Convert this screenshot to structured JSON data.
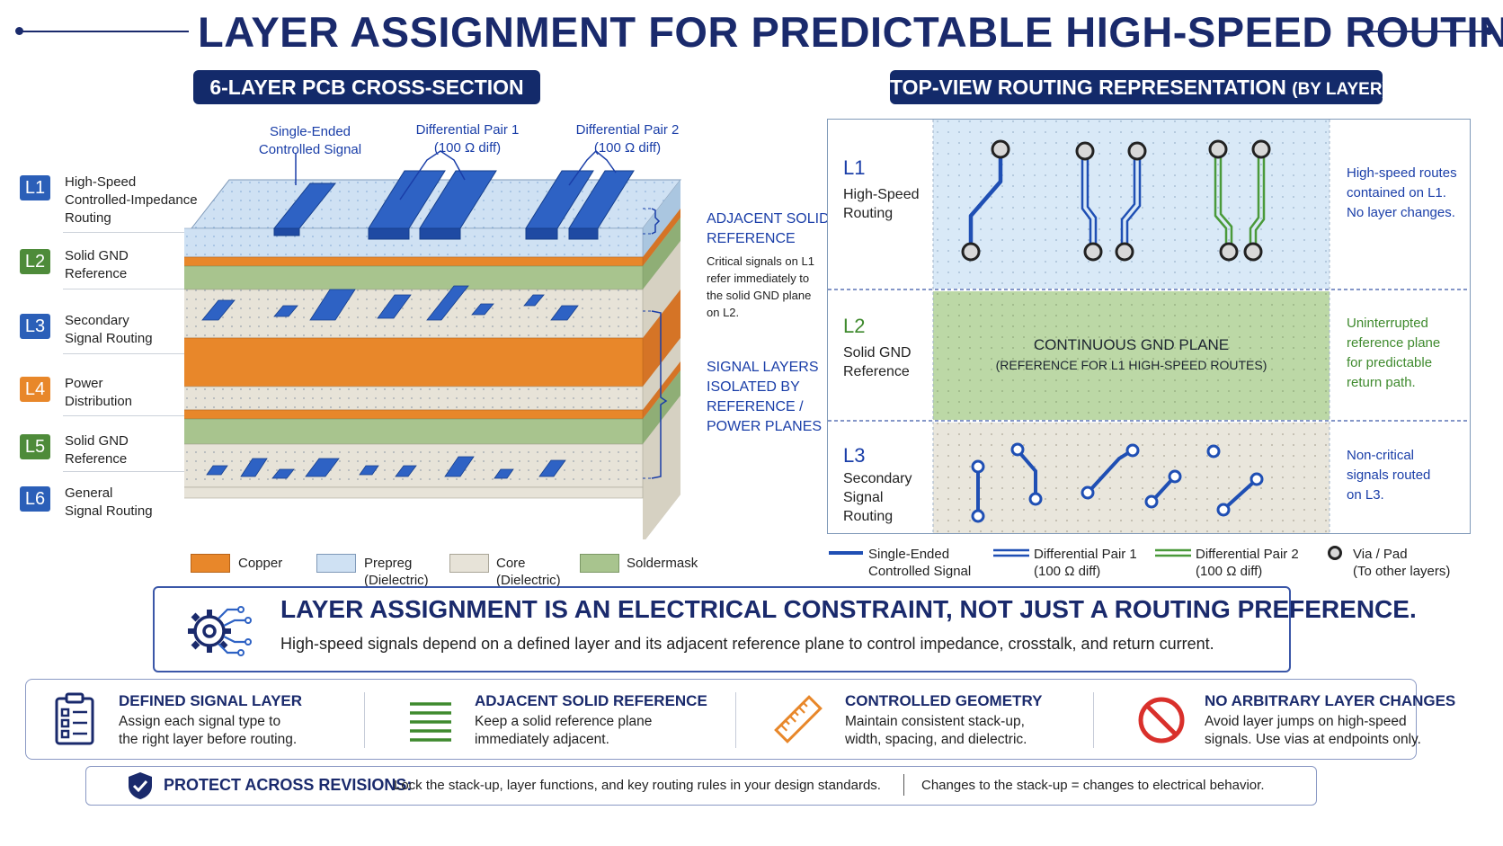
{
  "title": "LAYER ASSIGNMENT FOR PREDICTABLE HIGH-SPEED ROUTING",
  "cross_section": {
    "heading": "6-LAYER PCB CROSS-SECTION",
    "top_callouts": {
      "single_ended": [
        "Single-Ended",
        "Controlled Signal"
      ],
      "diff_pair_1": [
        "Differential Pair 1",
        "(100 Ω diff)"
      ],
      "diff_pair_2": [
        "Differential Pair 2",
        "(100 Ω diff)"
      ]
    },
    "layers": [
      {
        "code": "L1",
        "color": "#2b5fb8",
        "lines": [
          "High-Speed",
          "Controlled-Impedance",
          "Routing"
        ]
      },
      {
        "code": "L2",
        "color": "#4e8b3a",
        "lines": [
          "Solid GND",
          "Reference"
        ]
      },
      {
        "code": "L3",
        "color": "#2b5fb8",
        "lines": [
          "Secondary",
          "Signal Routing"
        ]
      },
      {
        "code": "L4",
        "color": "#e8872a",
        "lines": [
          "Power",
          "Distribution"
        ]
      },
      {
        "code": "L5",
        "color": "#4e8b3a",
        "lines": [
          "Solid GND",
          "Reference"
        ]
      },
      {
        "code": "L6",
        "color": "#2b5fb8",
        "lines": [
          "General",
          "Signal Routing"
        ]
      }
    ],
    "side_callouts": {
      "adjacent_head": [
        "ADJACENT SOLID",
        "REFERENCE"
      ],
      "adjacent_note": [
        "Critical signals on L1",
        "refer immediately to",
        "the solid GND plane",
        "on L2."
      ],
      "isolated_head": [
        "SIGNAL LAYERS",
        "ISOLATED BY",
        "REFERENCE /",
        "POWER PLANES"
      ]
    },
    "legend": [
      {
        "name": "copper",
        "lines": [
          "Copper"
        ],
        "color": "#e8872a"
      },
      {
        "name": "prepreg",
        "lines": [
          "Prepreg",
          "(Dielectric)"
        ],
        "color": "#cfe1f3"
      },
      {
        "name": "core",
        "lines": [
          "Core",
          "(Dielectric)"
        ],
        "color": "#e7e3d8"
      },
      {
        "name": "soldermask",
        "lines": [
          "Soldermask"
        ],
        "color": "#a8c48e"
      }
    ],
    "colors": {
      "copper": "#e8872a",
      "prepreg": "#cfe1f3",
      "core": "#e7e3d8",
      "soldermask": "#a8c48e",
      "trace": "#2e62c4"
    }
  },
  "top_view": {
    "heading_main": "TOP-VIEW ROUTING REPRESENTATION",
    "heading_suffix": "(BY LAYER)",
    "rows": [
      {
        "code": "L1",
        "code_color": "#1a3ea8",
        "name": [
          "High-Speed",
          "Routing"
        ],
        "note": [
          "High-speed routes",
          "contained on L1.",
          "No layer changes."
        ],
        "note_color": "#1a3ea8"
      },
      {
        "code": "L2",
        "code_color": "#3f8a2e",
        "name": [
          "Solid GND",
          "Reference"
        ],
        "note": [
          "Uninterrupted",
          "reference plane",
          "for predictable",
          "return path."
        ],
        "note_color": "#3f8a2e"
      },
      {
        "code": "L3",
        "code_color": "#1a3ea8",
        "name": [
          "Secondary",
          "Signal",
          "Routing"
        ],
        "note": [
          "Non-critical",
          "signals routed",
          "on L3."
        ],
        "note_color": "#1a3ea8"
      }
    ],
    "gnd_plane_title": "CONTINUOUS GND PLANE",
    "gnd_plane_sub": "(REFERENCE FOR L1 HIGH-SPEED ROUTES)",
    "legend": [
      {
        "name": "single-ended",
        "lines": [
          "Single-Ended",
          "Controlled Signal"
        ]
      },
      {
        "name": "diff-pair-1",
        "lines": [
          "Differential Pair 1",
          "(100 Ω diff)"
        ]
      },
      {
        "name": "diff-pair-2",
        "lines": [
          "Differential Pair 2",
          "(100 Ω diff)"
        ]
      },
      {
        "name": "via-pad",
        "lines": [
          "Via / Pad",
          "(To other layers)"
        ]
      }
    ],
    "colors": {
      "blue_route": "#1f4fb4",
      "green_route": "#4a9a3a",
      "l1_bg": "#d9e9f7",
      "l2_bg": "#bcd8a6",
      "l3_bg": "#e9e6dc"
    }
  },
  "banner": {
    "headline": "LAYER ASSIGNMENT IS AN ELECTRICAL CONSTRAINT, NOT JUST A ROUTING PREFERENCE.",
    "subtext": "High-speed signals depend on a defined layer and its adjacent reference plane to control impedance, crosstalk, and return current."
  },
  "cards": [
    {
      "icon": "clipboard-checklist-icon",
      "title": "DEFINED SIGNAL LAYER",
      "lines": [
        "Assign each signal type to",
        "the right layer before routing."
      ]
    },
    {
      "icon": "stacked-planes-icon",
      "title": "ADJACENT SOLID REFERENCE",
      "lines": [
        "Keep a solid reference plane",
        "immediately adjacent."
      ]
    },
    {
      "icon": "ruler-icon",
      "title": "CONTROLLED GEOMETRY",
      "lines": [
        "Maintain consistent stack-up,",
        "width, spacing, and dielectric."
      ]
    },
    {
      "icon": "prohibited-icon",
      "title": "NO ARBITRARY LAYER CHANGES",
      "lines": [
        "Avoid layer jumps on high-speed",
        "signals. Use vias at endpoints only."
      ]
    }
  ],
  "footer": {
    "strong": "PROTECT ACROSS REVISIONS:",
    "text": "Lock the stack-up, layer functions, and key routing rules in your design standards.",
    "text2": "Changes to the stack-up = changes to electrical behavior."
  }
}
